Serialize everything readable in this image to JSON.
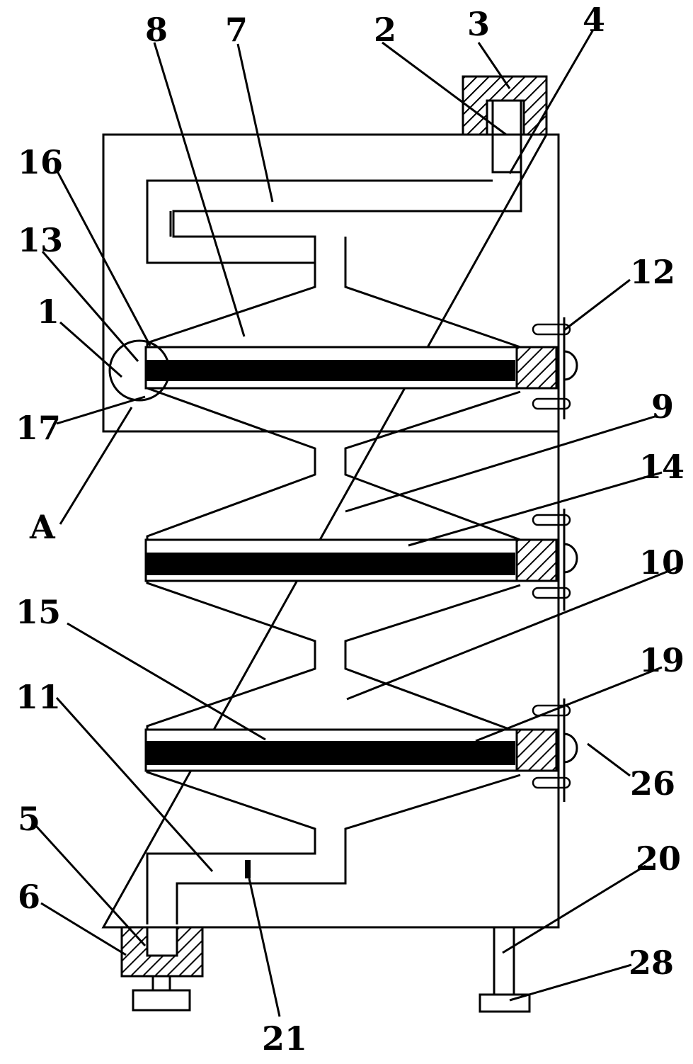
{
  "diagram": {
    "labels": [
      "1",
      "2",
      "3",
      "4",
      "5",
      "6",
      "7",
      "8",
      "9",
      "10",
      "11",
      "12",
      "13",
      "14",
      "15",
      "16",
      "17",
      "19",
      "20",
      "21",
      "26",
      "28",
      "A"
    ],
    "colors": {
      "ink": "#000000",
      "paper": "#ffffff"
    }
  }
}
